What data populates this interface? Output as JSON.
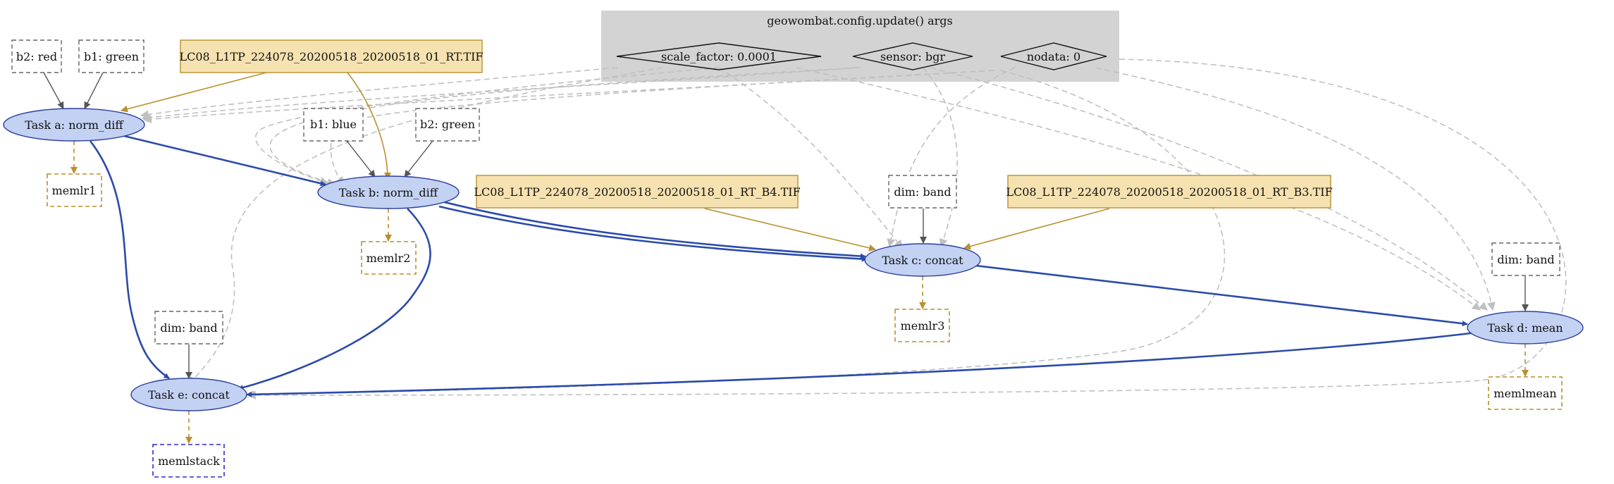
{
  "colors": {
    "task_fill": "#c3d1f3",
    "task_stroke": "#2b3f9c",
    "file_fill": "#f6e2b0",
    "file_stroke": "#b9902f",
    "cluster_fill": "#d3d3d3",
    "main_edge": "#2b4aaa",
    "file_edge": "#b9902f",
    "arg_edge": "#555555",
    "config_edge": "#c0c0c0",
    "stack_border": "#2d2dd0"
  },
  "config_group": {
    "title": "geowombat.config.update() args",
    "args": [
      "scale_factor: 0.0001",
      "sensor: bgr",
      "nodata: 0"
    ]
  },
  "tasks": [
    "Task a: norm_diff",
    "Task b: norm_diff",
    "Task c: concat",
    "Task d: mean",
    "Task e: concat"
  ],
  "files": [
    "LC08_L1TP_224078_20200518_20200518_01_RT.TIF",
    "LC08_L1TP_224078_20200518_20200518_01_RT_B4.TIF",
    "LC08_L1TP_224078_20200518_20200518_01_RT_B3.TIF"
  ],
  "args": [
    "b2: red",
    "b1: green",
    "b1: blue",
    "b2: green",
    "dim: band",
    "dim: band",
    "dim: band"
  ],
  "outputs": [
    "memlr1",
    "memlr2",
    "memlr3",
    "memlmean",
    "memlstack"
  ]
}
